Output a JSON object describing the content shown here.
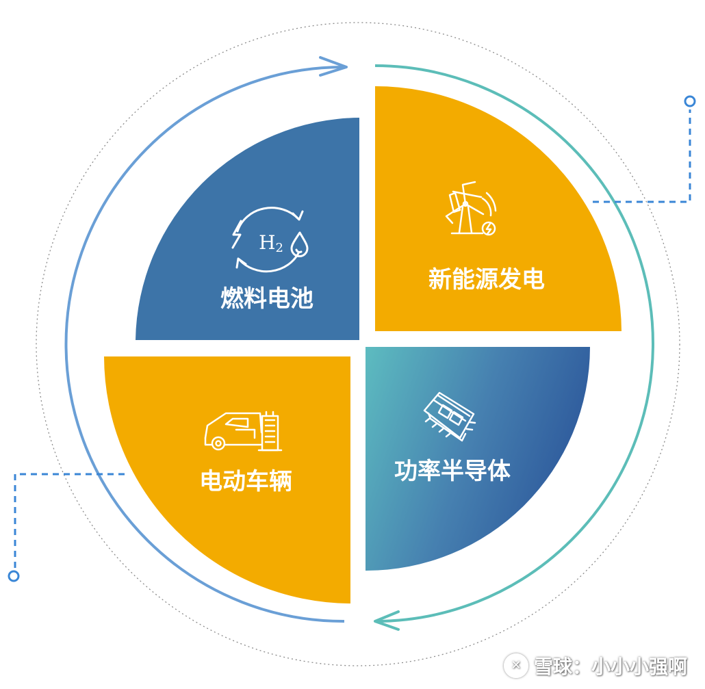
{
  "quadrants": {
    "fuel_cell": {
      "label": "燃料电池",
      "icon_label": "H2",
      "icon": "hydrogen-cycle-icon"
    },
    "new_energy": {
      "label": "新能源发电",
      "icon": "wind-solar-icon"
    },
    "ev": {
      "label": "电动车辆",
      "icon": "ev-charging-icon"
    },
    "semiconductor": {
      "label": "功率半导体",
      "icon": "chip-module-icon"
    }
  },
  "watermark": {
    "text": "雪球：小小小强啊",
    "logo": "xueqiu-logo"
  },
  "colors": {
    "blue": "#3d74a8",
    "orange": "#f3ab00",
    "teal": "#5fc0be",
    "deep_blue": "#2e5a9c",
    "arc_blue": "#6a9fd6",
    "arc_teal": "#5cbdb8",
    "dash": "#3a86d6"
  }
}
